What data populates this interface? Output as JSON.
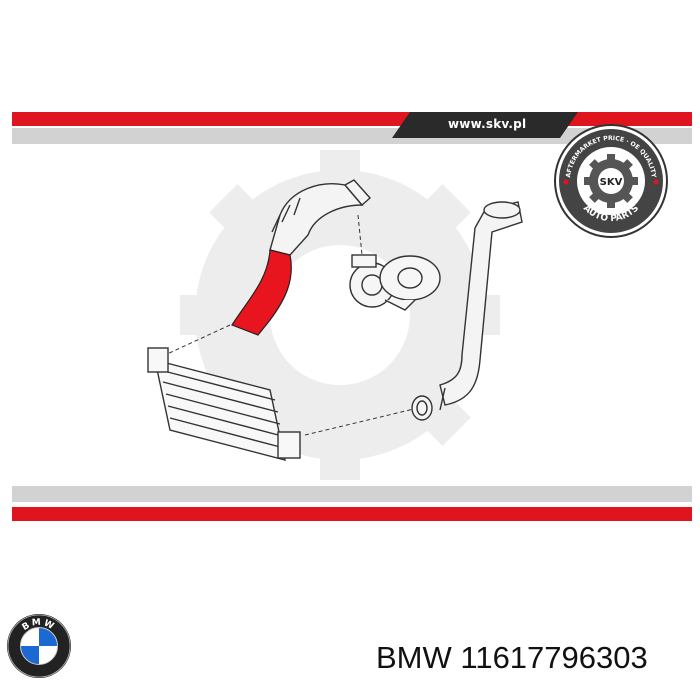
{
  "banner": {
    "site_url": "www.skv.pl"
  },
  "seal": {
    "top_text": "AFTERMARKET PRICE · OE QUALITY",
    "center_text": "SKV",
    "bottom_text": "AUTO PARTS"
  },
  "brand_logo": {
    "letters": "BMW",
    "colors": {
      "blue": "#1c69d4",
      "ring": "#222222"
    }
  },
  "caption": {
    "brand": "BMW",
    "part_number": "11617796303"
  },
  "colors": {
    "accent_red": "#e0141e",
    "banner_gray": "#cfcfcf",
    "banner_dark": "#2a2a2a",
    "highlight_part": "#e8141e",
    "watermark": "#ededed"
  }
}
